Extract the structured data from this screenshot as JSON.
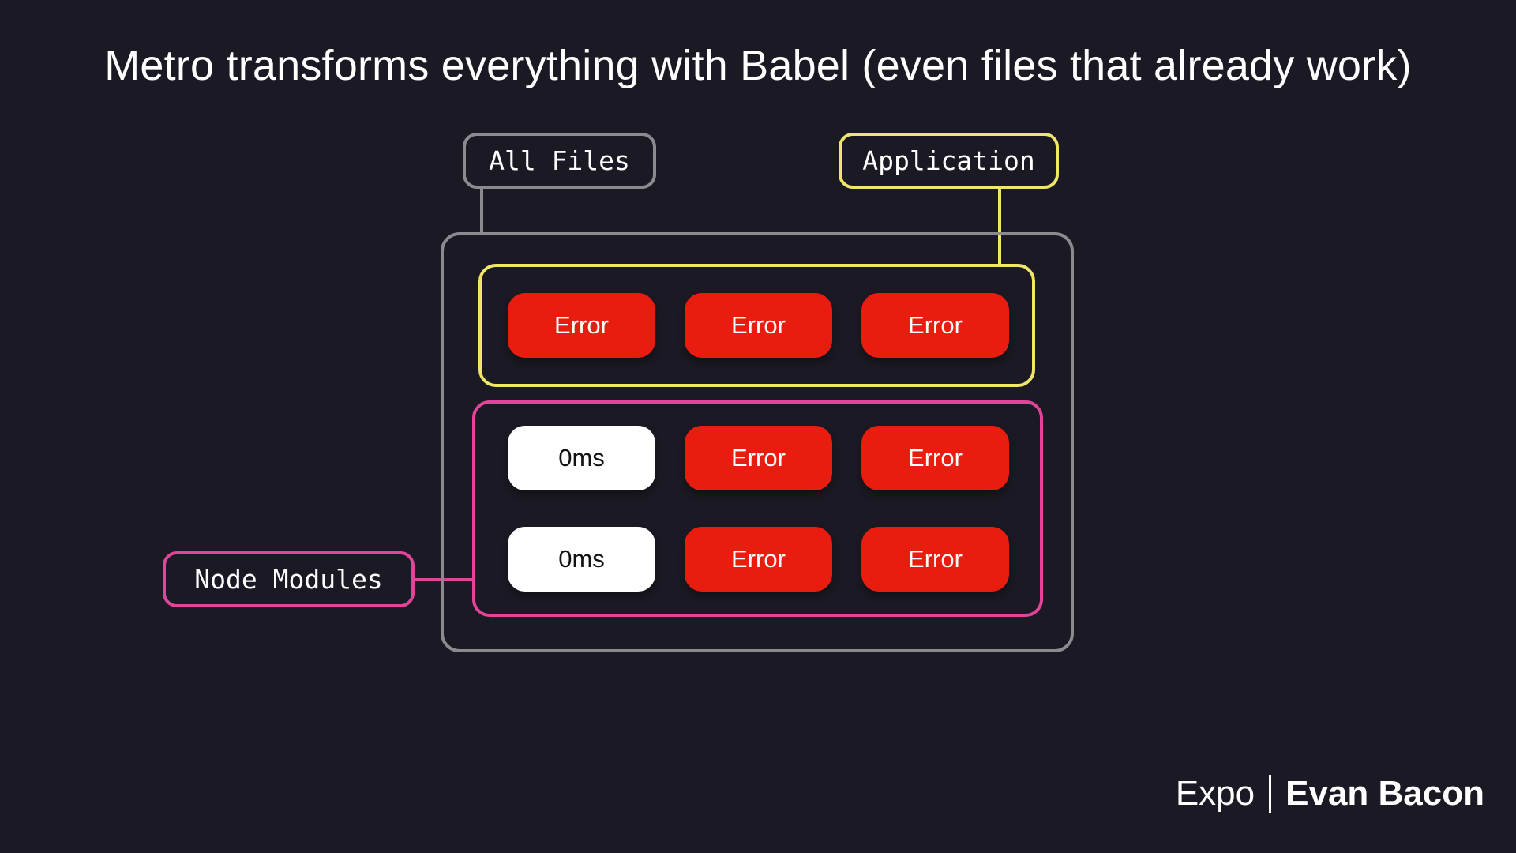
{
  "title": "Metro transforms everything with Babel (even files that already work)",
  "labels": {
    "all_files": "All Files",
    "application": "Application",
    "node_modules": "Node Modules"
  },
  "colors": {
    "background": "#1b1a24",
    "all_files": "#8b8b8f",
    "application": "#efe66a",
    "node_modules": "#e2449a",
    "error_tile": "#e81d10",
    "ok_tile": "#ffffff"
  },
  "application_tiles": [
    "Error",
    "Error",
    "Error"
  ],
  "node_modules_tiles": [
    [
      "0ms",
      "Error",
      "Error"
    ],
    [
      "0ms",
      "Error",
      "Error"
    ]
  ],
  "footer": {
    "org": "Expo",
    "author": "Evan Bacon"
  }
}
